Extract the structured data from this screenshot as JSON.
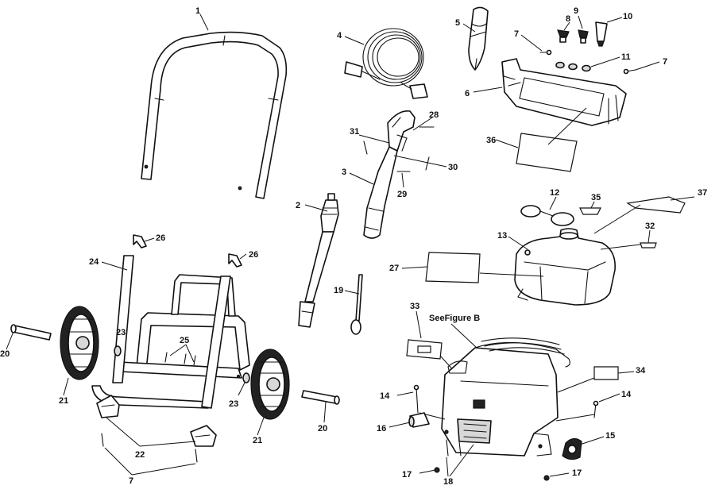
{
  "labels": {
    "p1": "1",
    "p2": "2",
    "p3": "3",
    "p4": "4",
    "p5": "5",
    "p6": "6",
    "p7a": "7",
    "p7b": "7",
    "p7c": "7",
    "p8": "8",
    "p9": "9",
    "p10": "10",
    "p11": "11",
    "p12": "12",
    "p13": "13",
    "p14a": "14",
    "p14b": "14",
    "p15": "15",
    "p16": "16",
    "p17a": "17",
    "p17b": "17",
    "p18": "18",
    "p19": "19",
    "p20a": "20",
    "p20b": "20",
    "p21a": "21",
    "p21b": "21",
    "p22": "22",
    "p23a": "23",
    "p23b": "23",
    "p24": "24",
    "p25": "25",
    "p26a": "26",
    "p26b": "26",
    "p27": "27",
    "p28": "28",
    "p29": "29",
    "p30": "30",
    "p31": "31",
    "p32": "32",
    "p33": "33",
    "p34": "34",
    "p35": "35",
    "p36": "36",
    "p37": "37",
    "see_figure": "SeeFigure B"
  }
}
